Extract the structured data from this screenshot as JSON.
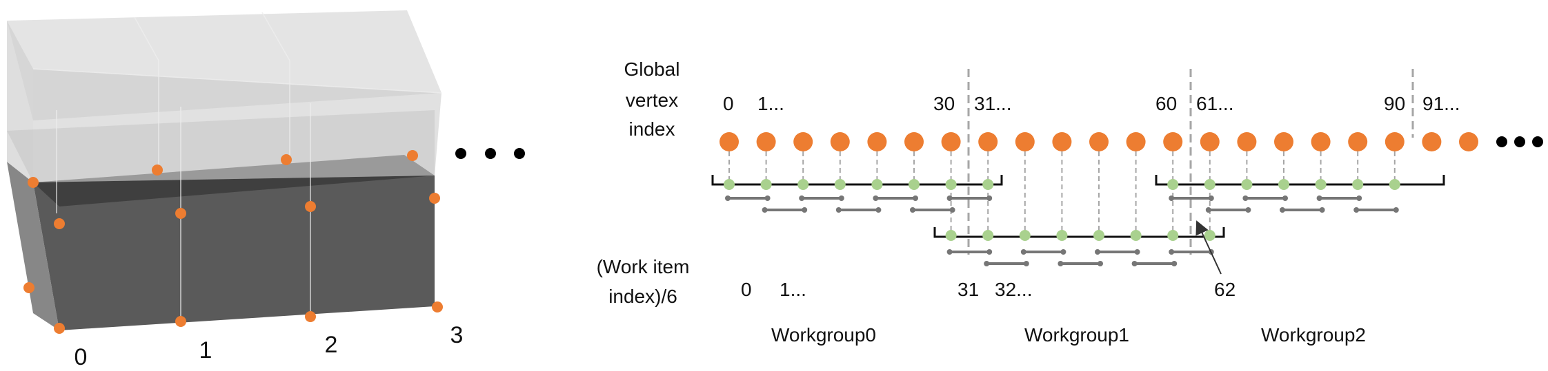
{
  "cube_indices": [
    "0",
    "1",
    "2",
    "3"
  ],
  "global_label_lines": [
    "Global",
    "vertex",
    "index"
  ],
  "global_ticks": [
    "0",
    "1...",
    "30",
    "31...",
    "60",
    "61...",
    "90",
    "91..."
  ],
  "work_label_lines": [
    "(Work item",
    "index)/6"
  ],
  "work_ticks": [
    "0",
    "1...",
    "31",
    "32..."
  ],
  "annotation": "62",
  "workgroups": [
    "Workgroup0",
    "Workgroup1",
    "Workgroup2"
  ],
  "colors": {
    "vertex": "#ED7D31",
    "work_item": "#A9D18E",
    "bracket": "#111111",
    "link": "#767676",
    "dashed": "#A6A6A6",
    "cube_dark": "#595959",
    "cube_glass": "#D0D0D0"
  }
}
